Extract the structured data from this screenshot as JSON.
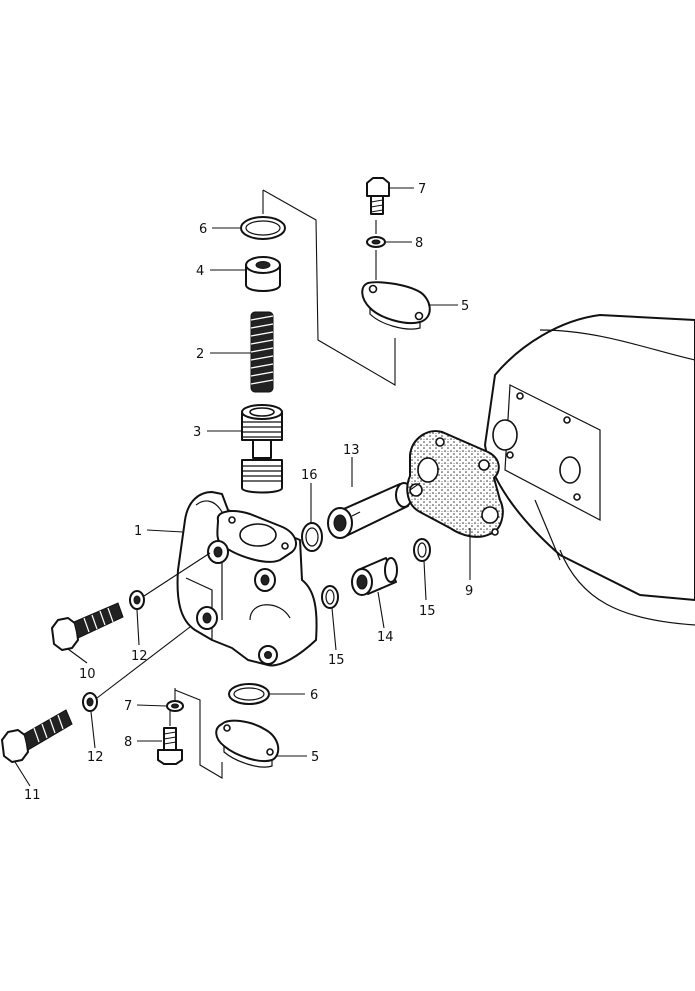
{
  "diagram": {
    "parts": [
      {
        "id": "1",
        "label": "1"
      },
      {
        "id": "2",
        "label": "2"
      },
      {
        "id": "3",
        "label": "3"
      },
      {
        "id": "4",
        "label": "4"
      },
      {
        "id": "5a",
        "label": "5"
      },
      {
        "id": "5b",
        "label": "5"
      },
      {
        "id": "6a",
        "label": "6"
      },
      {
        "id": "6b",
        "label": "6"
      },
      {
        "id": "7a",
        "label": "7"
      },
      {
        "id": "7b",
        "label": "7"
      },
      {
        "id": "8a",
        "label": "8"
      },
      {
        "id": "8b",
        "label": "8"
      },
      {
        "id": "9",
        "label": "9"
      },
      {
        "id": "10",
        "label": "10"
      },
      {
        "id": "11",
        "label": "11"
      },
      {
        "id": "12a",
        "label": "12"
      },
      {
        "id": "12b",
        "label": "12"
      },
      {
        "id": "13",
        "label": "13"
      },
      {
        "id": "14",
        "label": "14"
      },
      {
        "id": "15a",
        "label": "15"
      },
      {
        "id": "15b",
        "label": "15"
      },
      {
        "id": "16",
        "label": "16"
      }
    ]
  }
}
